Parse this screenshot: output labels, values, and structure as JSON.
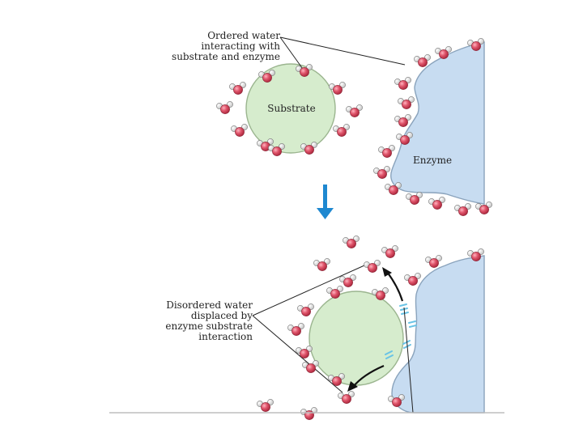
{
  "labels": {
    "ordered_water": [
      "Ordered water",
      "interacting with",
      "substrate and enzyme"
    ],
    "substrate": "Substrate",
    "enzyme": "Enzyme",
    "disordered_water": [
      "Disordered water",
      "displaced by",
      "enzyme substrate",
      "interaction"
    ]
  },
  "colors": {
    "substrate_fill": "#d6eccd",
    "substrate_stroke": "#9bb58f",
    "enzyme_fill": "#c7dcf1",
    "enzyme_stroke": "#8aa3bc",
    "oxygen": "#d84a5e",
    "hydrogen": "#ffffff",
    "arrow_blue": "#1e88d0",
    "bond_lines": "#69c3e6",
    "baseline": "#bdbdbd"
  },
  "icons": {
    "transition_arrow": "down-arrow-icon",
    "water_molecule": "water-molecule-icon"
  }
}
